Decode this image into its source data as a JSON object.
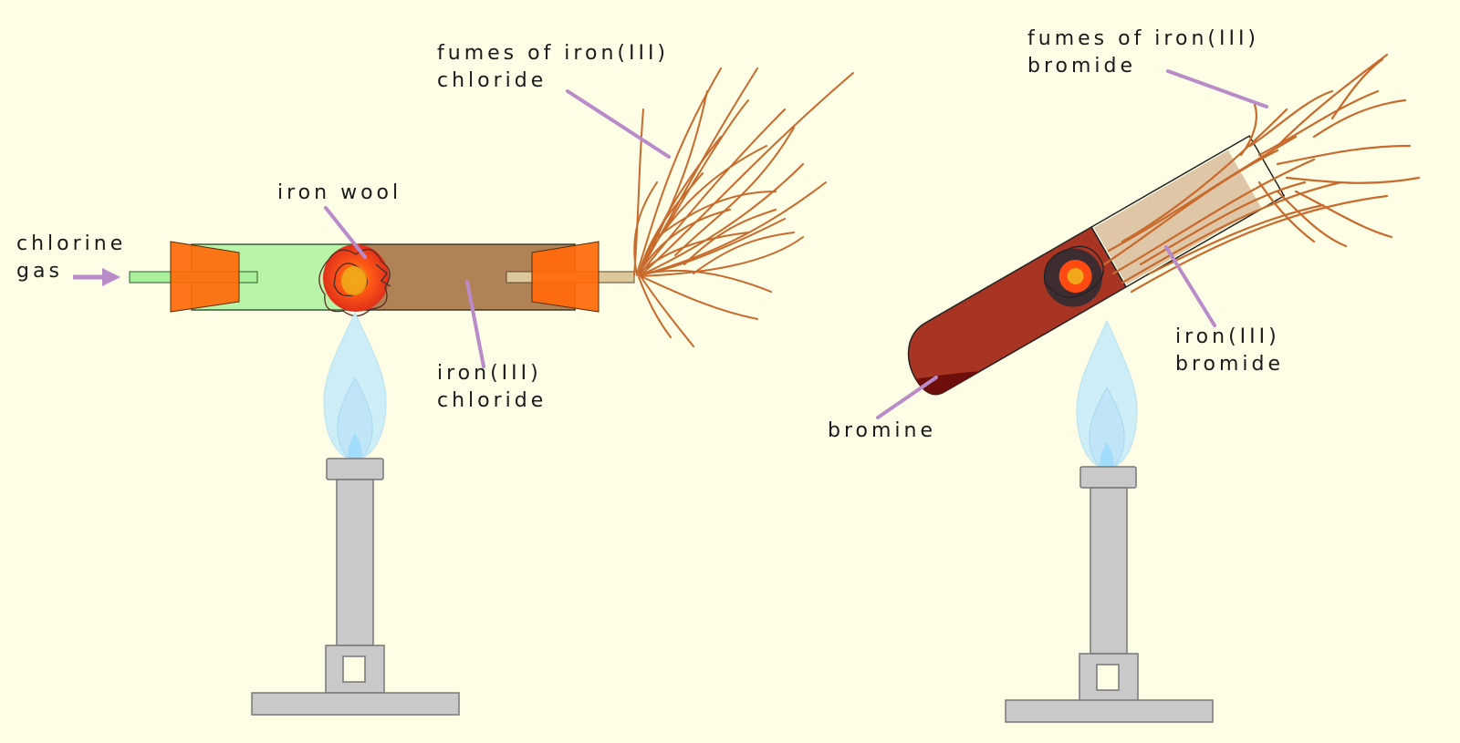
{
  "labels": {
    "chlorine_gas": [
      "chlorine",
      "gas"
    ],
    "iron_wool": "iron wool",
    "fumes_chloride": [
      "fumes of iron(III)",
      "chloride"
    ],
    "iron_chloride": [
      "iron(III)",
      "chloride"
    ],
    "fumes_bromide": [
      "fumes of iron(III)",
      "bromide"
    ],
    "iron_bromide": [
      "iron(III)",
      "bromide"
    ],
    "bromine": "bromine"
  },
  "colors": {
    "background": "#fefee6",
    "label_line": "#b98bc9",
    "chlorine_tube": "#b8f5a8",
    "iron_chloride": "#b08356",
    "bung": "#ff6a0a",
    "bromine_liquid": "#a83423",
    "fumes": "#c86a2c",
    "burner": "#c9c9c9",
    "flame": "#cdeef7"
  }
}
